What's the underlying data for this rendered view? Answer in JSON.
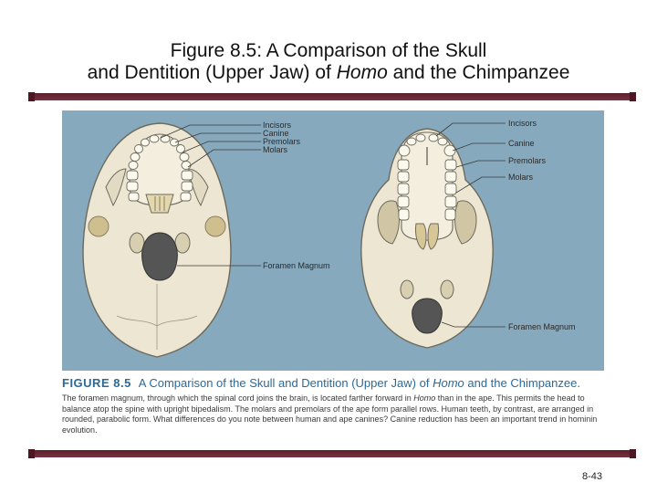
{
  "title": {
    "line1": "Figure 8.5: A Comparison of the Skull",
    "line2_prefix": "and Dentition (Upper Jaw) of ",
    "line2_italic": "Homo",
    "line2_suffix": " and the Chimpanzee"
  },
  "figure": {
    "human_labels": {
      "incisors": "Incisors",
      "canine": "Canine",
      "premolars": "Premolars",
      "molars": "Molars",
      "foramen": "Foramen Magnum"
    },
    "chimp_labels": {
      "incisors": "Incisors",
      "canine": "Canine",
      "premolars": "Premolars",
      "molars": "Molars",
      "foramen": "Foramen Magnum"
    }
  },
  "caption": {
    "label": "FIGURE 8.5",
    "heading_prefix": "A Comparison of the Skull and Dentition (Upper Jaw) of ",
    "heading_italic": "Homo",
    "heading_suffix": " and the Chimpanzee.",
    "body_part1": "The foramen magnum, through which the spinal cord joins the brain, is located farther forward in ",
    "body_italic": "Homo",
    "body_part2": " than in the ape. This permits the head to balance atop the spine with upright bipedalism. The molars and premolars of the ape form parallel rows. Human teeth, by contrast, are arranged in rounded, parabolic form. What differences do you note between human and ape canines? Canine reduction has been an important trend in hominin evolution."
  },
  "page_number": "8-43",
  "colors": {
    "figure_background": "#87a9bd",
    "rule": "#6b2636",
    "caption_heading": "#2a6a9a",
    "bone": "#ece6d2"
  }
}
